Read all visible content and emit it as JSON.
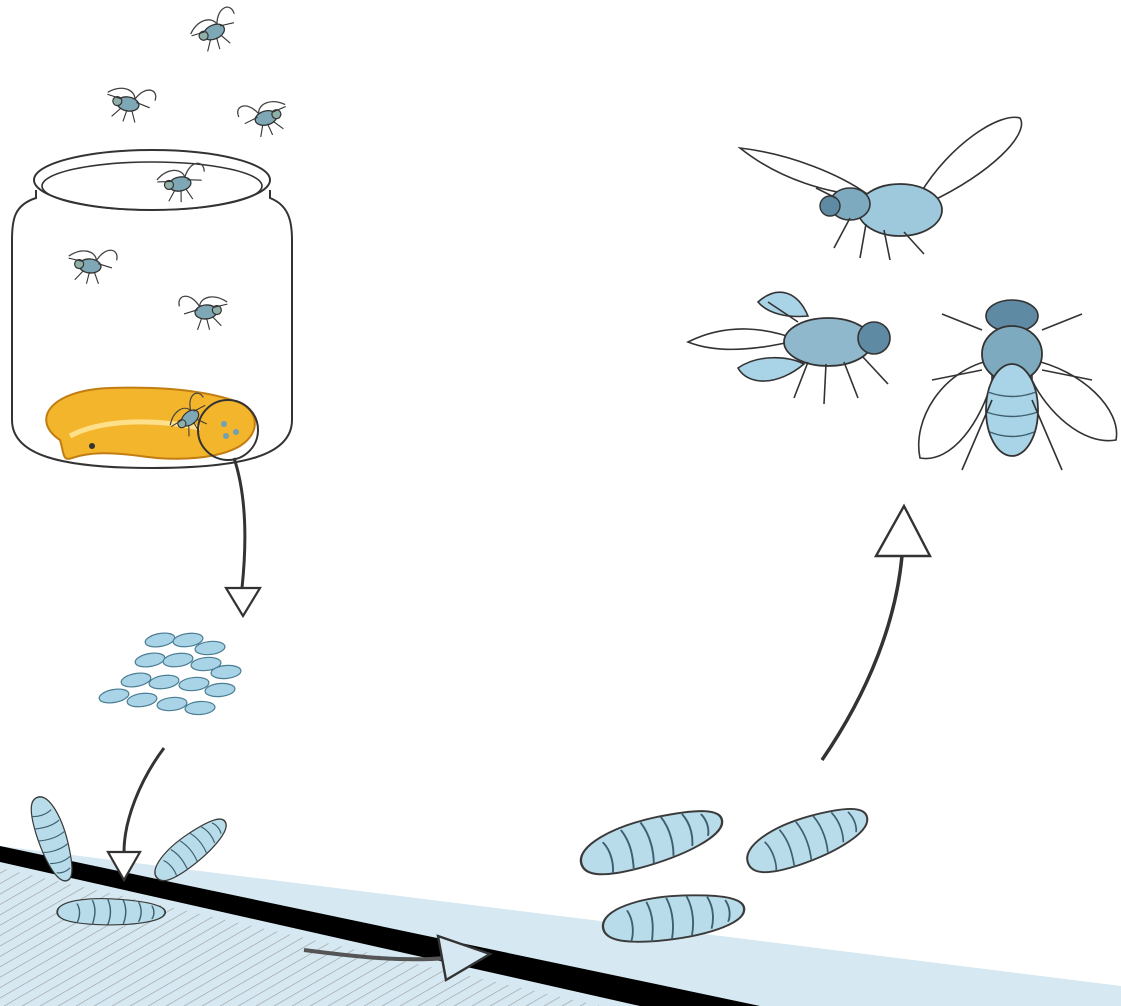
{
  "diagram": {
    "stages": [
      {
        "id": "adult-flies-jar",
        "icon": "flies-in-jar-with-fish"
      },
      {
        "id": "eggs",
        "icon": "egg-cluster"
      },
      {
        "id": "larvae",
        "icon": "maggots"
      },
      {
        "id": "pupae",
        "icon": "pupae"
      },
      {
        "id": "adult-flies",
        "icon": "adult-flies"
      }
    ],
    "colors": {
      "outline": "#333333",
      "bug_fill": "#a9d3e6",
      "bug_dark": "#5e8aa3",
      "fish_fill": "#f3b52b",
      "fish_edge": "#c27d12",
      "banner_light": "#d6e9f2",
      "banner_dark": "#000000",
      "hatch": "#9a9a9a"
    }
  }
}
